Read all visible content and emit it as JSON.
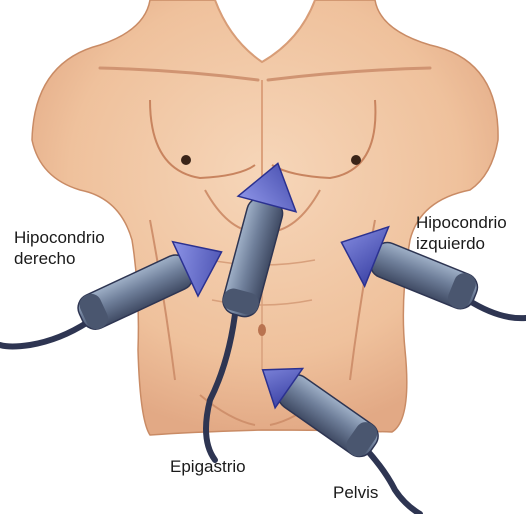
{
  "labels": {
    "hipocondrio_derecho": [
      "Hipocondrio",
      "derecho"
    ],
    "hipocondrio_izquierdo": [
      "Hipocondrio",
      "izquierdo"
    ],
    "epigastrio": "Epigastrio",
    "pelvis": "Pelvis"
  },
  "colors": {
    "skin": "#f1c9a6",
    "skin_shadow": "#d69b74",
    "probe_body": "#6f7f9a",
    "probe_dark": "#3f4a63",
    "probe_head": "#5b65c4",
    "cable": "#2e3552"
  },
  "icons": [
    "ultrasound-probe-icon",
    "torso-illustration"
  ]
}
